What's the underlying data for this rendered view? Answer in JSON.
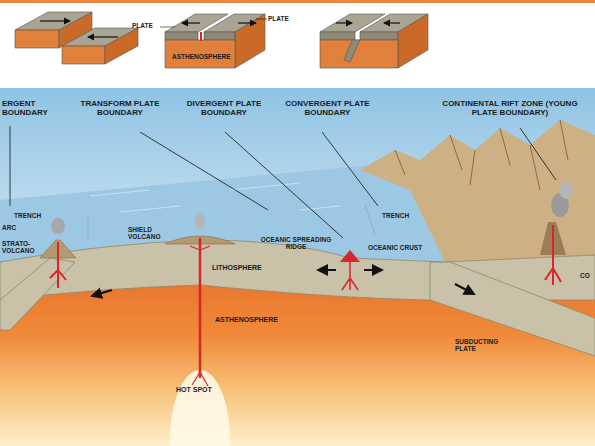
{
  "diagram": {
    "labels": [
      "ERGENT BOUNDARY",
      "TRANSFORM PLATE BOUNDARY",
      "DIVERGENT PLATE BOUNDARY",
      "CONVERGENT PLATE BOUNDARY",
      "CONTINENTAL RIFT ZONE (YOUNG PLATE BOUNDARY)",
      "PLATE",
      "PLATE",
      "ASTHENOSPHERE",
      "TRENCH",
      "ARC",
      "STRATO-VOLCANO",
      "SHIELD VOLCANO",
      "OCEANIC SPREADING RIDGE",
      "TRENCH",
      "OCEANIC CRUST",
      "LITHOSPHERE",
      "ASTHENOSPHERE",
      "HOT SPOT",
      "SUBDUCTING PLATE",
      "CO"
    ]
  }
}
